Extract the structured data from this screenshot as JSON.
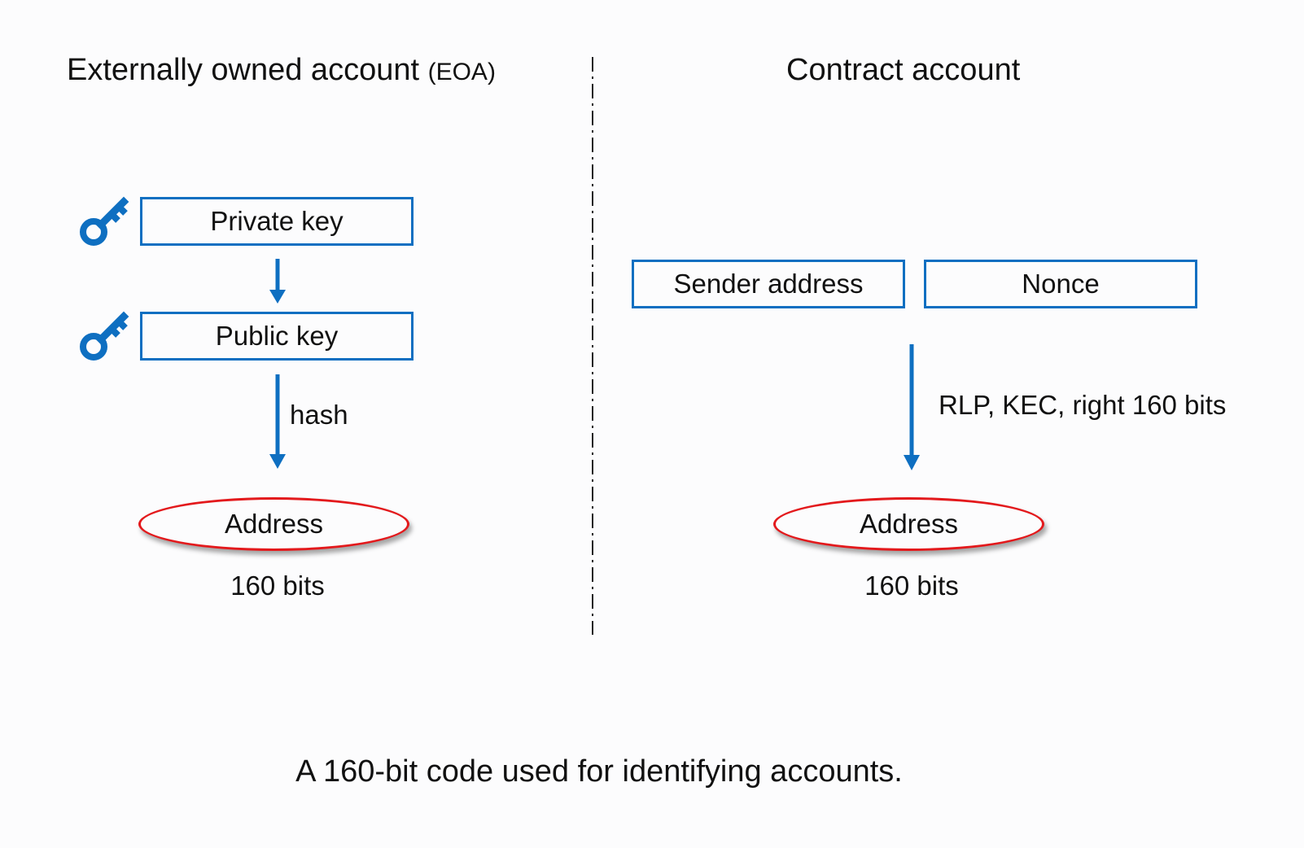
{
  "eoa": {
    "title": "Externally owned account",
    "title_suffix": "(EOA)",
    "private_key_label": "Private key",
    "public_key_label": "Public key",
    "hash_label": "hash",
    "address_label": "Address",
    "bits_label": "160 bits",
    "key_icon": "key-icon"
  },
  "contract": {
    "title": "Contract account",
    "sender_address_label": "Sender address",
    "nonce_label": "Nonce",
    "derivation_label": "RLP, KEC, right 160 bits",
    "address_label": "Address",
    "bits_label": "160 bits"
  },
  "caption": "A 160-bit code used for identifying accounts.",
  "colors": {
    "box_border": "#0e6fc1",
    "arrow": "#0e6fc1",
    "key_icon": "#0e6fc1",
    "ellipse_border": "#e3191c",
    "text": "#111111",
    "divider": "#222222",
    "background": "#fcfcfd"
  }
}
